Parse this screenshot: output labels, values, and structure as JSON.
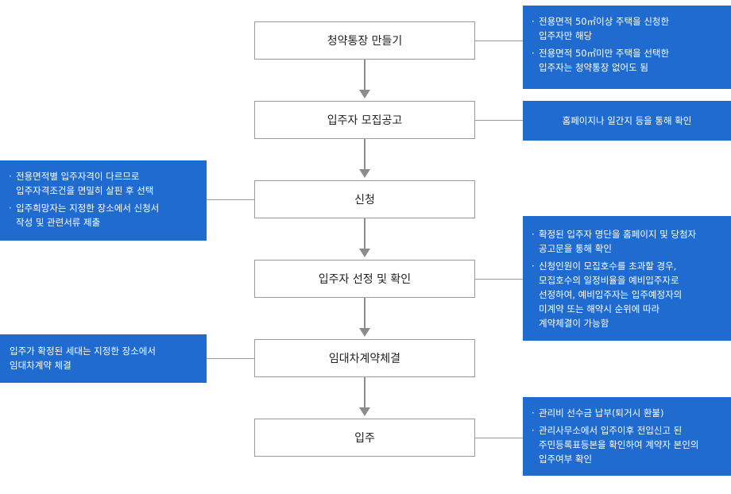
{
  "steps": [
    "청약통장 만들기",
    "입주자 모집공고",
    "신청",
    "입주자 선정 및 확인",
    "임대차계약체결",
    "입주"
  ],
  "notes": {
    "account": [
      [
        "전용면적 50㎡이상 주택을 신청한",
        "입주자만 해당"
      ],
      [
        "전용면적 50㎡미만 주택을 선택한",
        "입주자는 청약통장 없어도 됨"
      ]
    ],
    "announcement": "홈페이지나 일간지 등을 통해 확인",
    "application": [
      [
        "전용면적별 입주자격이 다르므로",
        "입주자격조건을 면밀히 살핀 후 선택"
      ],
      [
        "입주희망자는 지정한 장소에서 신청서",
        "작성 및 관련서류 제출"
      ]
    ],
    "selection": [
      [
        "확정된 입주자 명단을 홈페이지 및 당첨자",
        "공고문을 통해 확인"
      ],
      [
        "신청인원이 모집호수를 초과할 경우,",
        "모집호수의 일정비율을 예비입주자로",
        "선정하여, 예비입주자는 입주예정자의",
        "미계약 또는 해약시 순위에 따라",
        "계약체결이 가능함"
      ]
    ],
    "contract": [
      "입주가 확정된 세대는 지정한 장소에서",
      "임대차계약 체결"
    ],
    "movein": [
      [
        "관리비 선수금 납부(퇴거시 환불)"
      ],
      [
        "관리사무소에서 입주이후 전입신고 된",
        "주민등록표등본을 확인하여 계약자 본인의",
        "입주여부 확인"
      ]
    ]
  },
  "colors": {
    "note_bg": "#1f6bd0",
    "border": "#9a9a9a",
    "arrow": "#8c8c8c"
  }
}
